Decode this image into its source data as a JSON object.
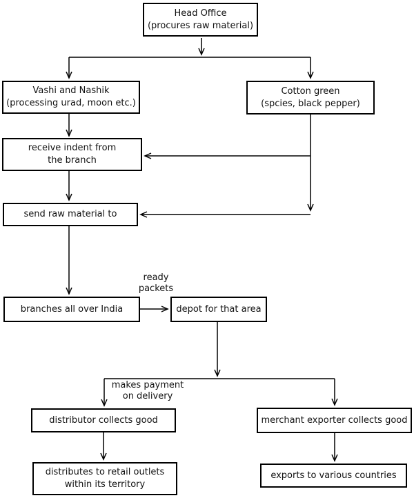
{
  "diagram": {
    "nodes": {
      "head_office": {
        "label": "Head Office\n(procures raw material)"
      },
      "vashi_nashik": {
        "label": "Vashi and Nashik\n(processing urad, moon etc.)"
      },
      "cotton_green": {
        "label": "Cotton green\n(spcies, black pepper)"
      },
      "receive_indent": {
        "label": "receive indent from\nthe branch"
      },
      "send_raw_material": {
        "label": "send raw material to"
      },
      "branches_india": {
        "label": "branches all over India"
      },
      "depot_area": {
        "label": "depot for that area"
      },
      "distributor": {
        "label": "distributor collects good"
      },
      "merchant_exporter": {
        "label": "merchant exporter collects good"
      },
      "retail_outlets": {
        "label": "distributes to retail outlets\nwithin its territory"
      },
      "exports_countries": {
        "label": "exports to various countries"
      }
    },
    "edge_labels": {
      "ready_packets": "ready\npackets",
      "makes_payment": "makes payment\non delivery"
    },
    "colors": {
      "line": "#000000",
      "box_border": "#000000",
      "background": "#ffffff",
      "text": "#111111"
    }
  }
}
